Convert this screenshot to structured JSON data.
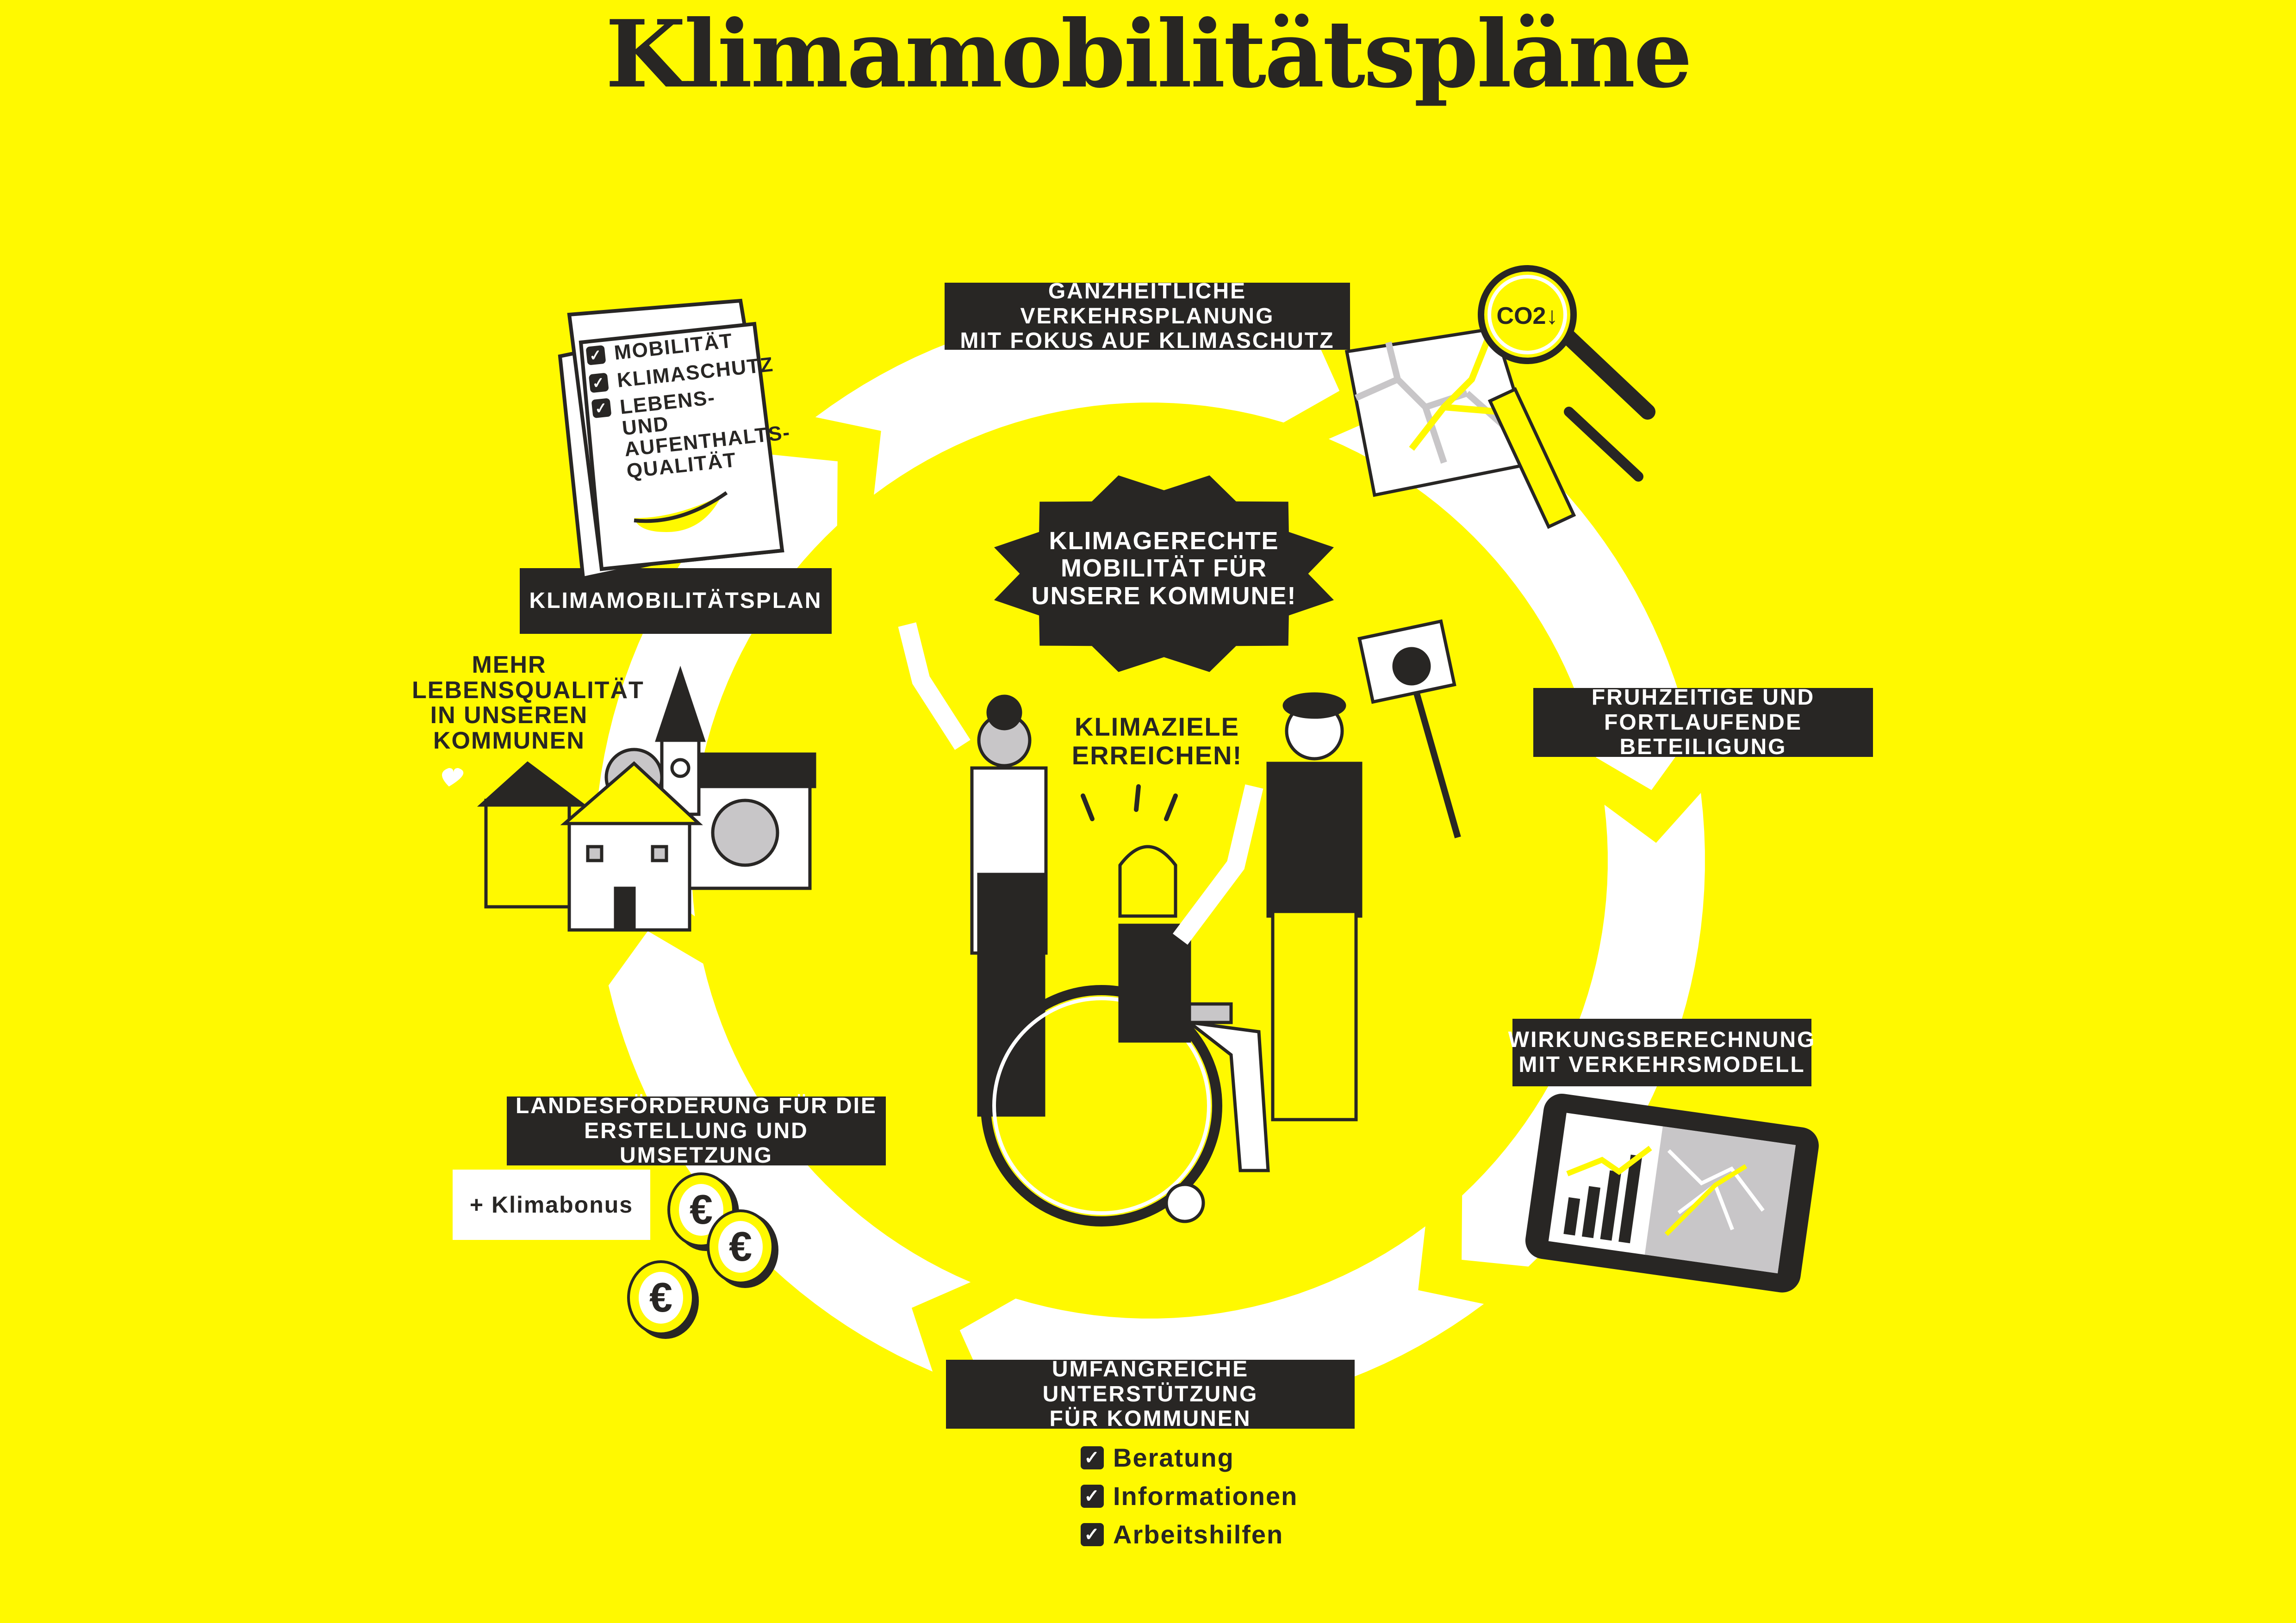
{
  "title": "Klimamobilitätspläne",
  "colors": {
    "background": "#fff900",
    "dark": "#282624",
    "white": "#ffffff",
    "grey": "#c8c6c8"
  },
  "cycle_steps": [
    {
      "line1": "Ganzheitliche Verkehrsplanung",
      "line2": "mit Fokus auf Klimaschutz",
      "icon": "map-magnifier-co2-icon"
    },
    {
      "line1": "Frühzeitige und",
      "line2": "fortlaufende Beteiligung",
      "icon": "people-icon"
    },
    {
      "line1": "Wirkungsberechnung",
      "line2": "mit Verkehrsmodell",
      "icon": "tablet-chart-icon"
    },
    {
      "line1": "Umfangreiche Unterstützung",
      "line2": "für Kommunen",
      "icon": "checklist-icon"
    },
    {
      "line1": "Landesförderung für die",
      "line2": "Erstellung und Umsetzung",
      "icon": "euro-coins-icon"
    },
    {
      "line1": "Klimamobilitätsplan",
      "icon": "document-icon"
    }
  ],
  "co2_label": "CO2↓",
  "document_checklist": [
    "Mobilität",
    "Klimaschutz",
    "Lebens- und Aufenthalts-Qualität"
  ],
  "klimabonus": "+ Klimabonus",
  "support_checklist": [
    "Beratung",
    "Informationen",
    "Arbeitshilfen"
  ],
  "speech_burst": [
    "Klimagerechte",
    "Mobilität für",
    "unsere Kommune!"
  ],
  "klimaziele": [
    "Klimaziele",
    "erreichen!"
  ],
  "town_caption": [
    "Mehr",
    "Lebensqualität",
    "in unseren",
    "Kommunen"
  ],
  "euro_symbol": "€",
  "check_symbol": "✓"
}
